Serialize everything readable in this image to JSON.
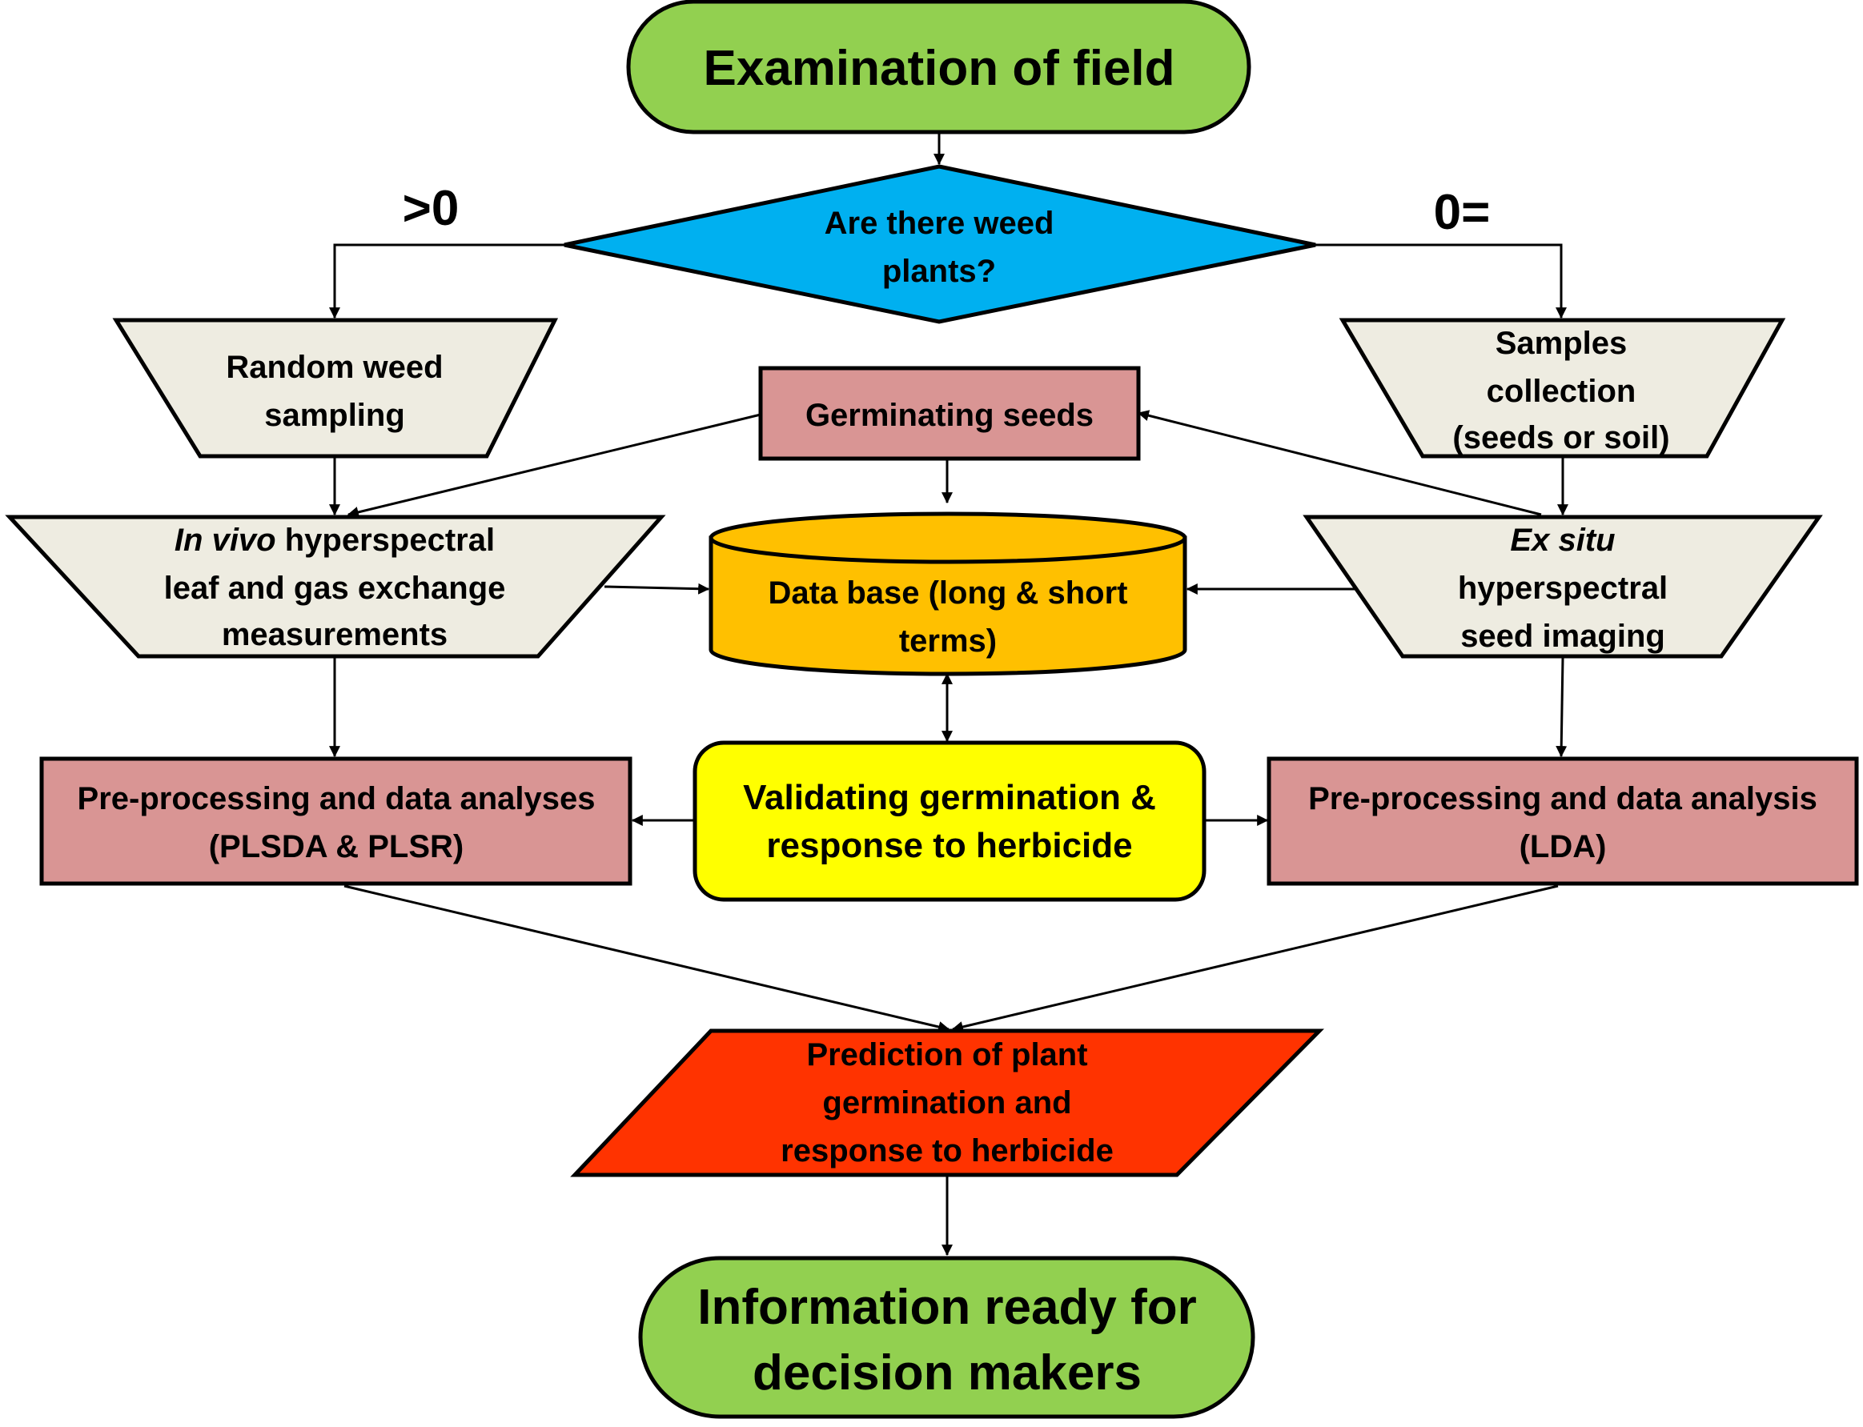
{
  "colors": {
    "terminal": "#92d050",
    "decision": "#00b0f0",
    "io": "#eeece1",
    "process": "#d99594",
    "database": "#ffc000",
    "validate": "#ffff00",
    "prediction": "#ff3300"
  },
  "nodes": {
    "start": {
      "line1": "Examination of field"
    },
    "decision": {
      "line1": "Are there weed",
      "line2": "plants?"
    },
    "branch_left": {
      "label": ">0"
    },
    "branch_right": {
      "label": "0="
    },
    "random_sampling": {
      "line1": "Random weed",
      "line2": "sampling"
    },
    "germinating": {
      "line1": "Germinating seeds"
    },
    "samples_collection": {
      "line1": "Samples",
      "line2": "collection",
      "line3": "(seeds or soil)"
    },
    "in_vivo": {
      "line1_italic": "In vivo",
      "line1_rest": " hyperspectral",
      "line2": "leaf and gas exchange",
      "line3": "measurements"
    },
    "database": {
      "line1": "Data base (long & short",
      "line2": "terms)"
    },
    "ex_situ": {
      "line1_italic": "Ex situ",
      "line2": "hyperspectral",
      "line3": "seed imaging"
    },
    "preproc_left": {
      "line1": "Pre-processing and data analyses",
      "line2": "(PLSDA & PLSR)"
    },
    "validating": {
      "line1": "Validating germination &",
      "line2": "response to herbicide"
    },
    "preproc_right": {
      "line1": "Pre-processing and data analysis",
      "line2": "(LDA)"
    },
    "prediction": {
      "line1": "Prediction of plant",
      "line2": "germination and",
      "line3": "response to herbicide"
    },
    "end": {
      "line1": "Information ready for",
      "line2": "decision makers"
    }
  }
}
